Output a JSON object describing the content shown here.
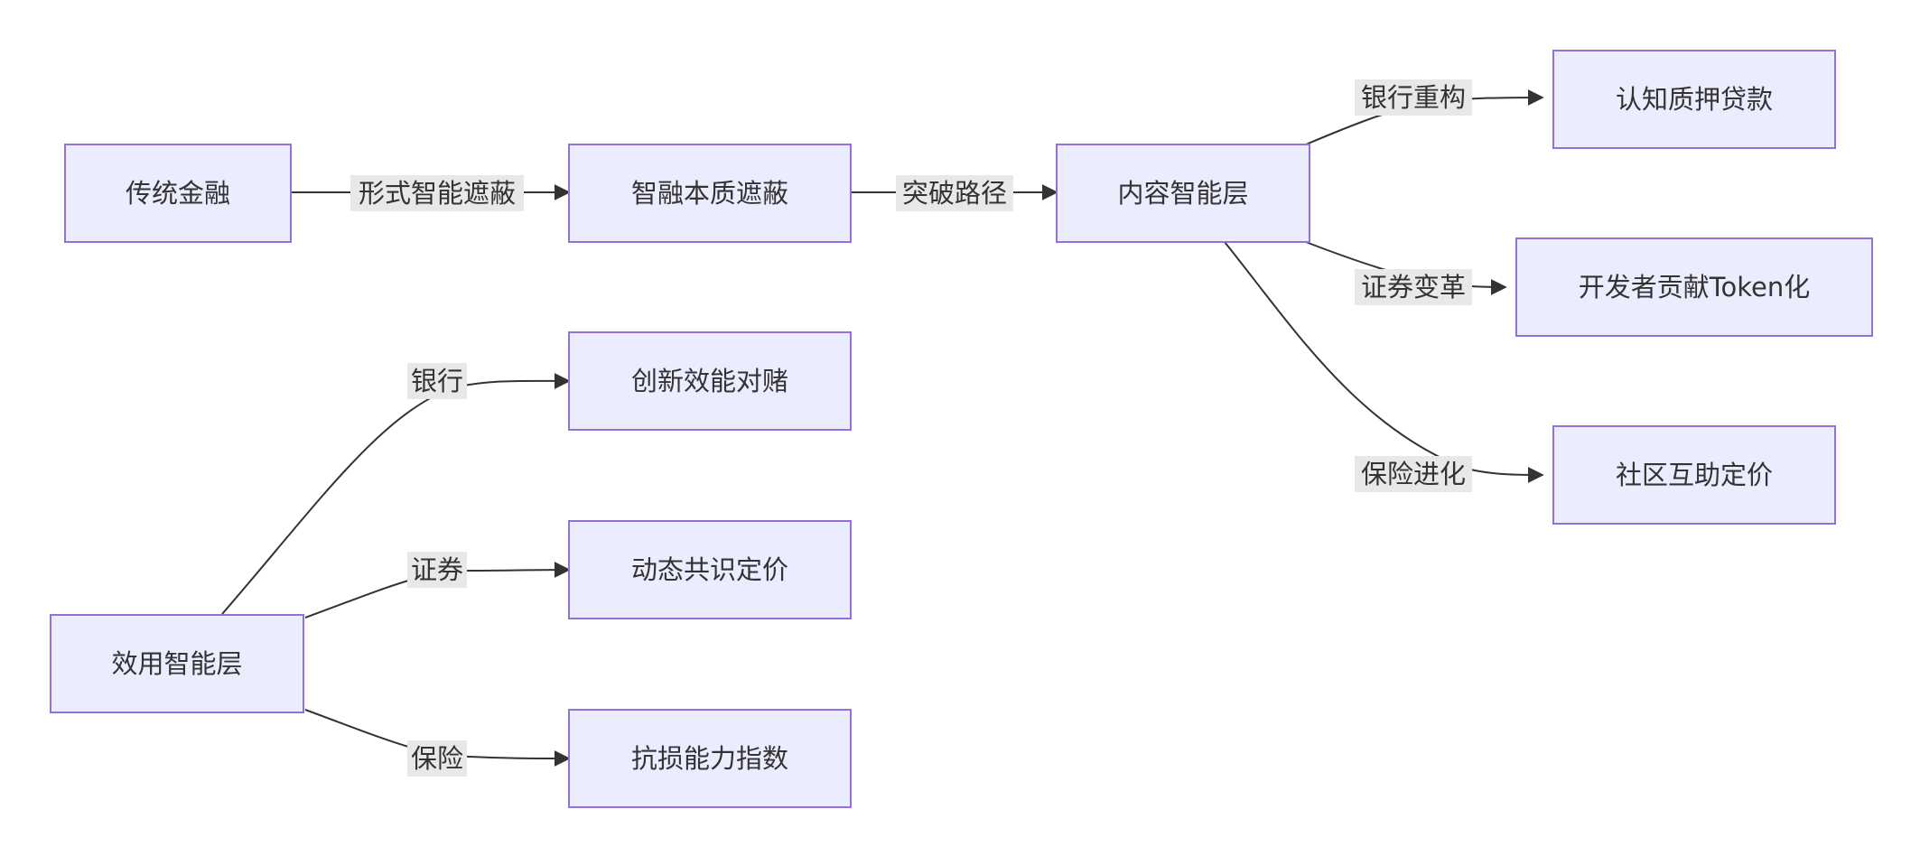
{
  "nodes": {
    "traditional_finance": "传统金融",
    "smart_finance_masking": "智融本质遮蔽",
    "content_intelligence_layer": "内容智能层",
    "cognitive_pledge_loan": "认知质押贷款",
    "developer_token": "开发者贡献Token化",
    "community_pricing": "社区互助定价",
    "innovation_bet": "创新效能对赌",
    "dynamic_consensus_pricing": "动态共识定价",
    "loss_resistance_index": "抗损能力指数",
    "utility_intelligence_layer": "效用智能层"
  },
  "edges": {
    "formal_masking": "形式智能遮蔽",
    "breakthrough_path": "突破路径",
    "bank_restructure": "银行重构",
    "securities_reform": "证券变革",
    "insurance_evolution": "保险进化",
    "bank": "银行",
    "securities": "证券",
    "insurance": "保险"
  },
  "colors": {
    "node_fill": "#ececff",
    "node_stroke": "#9370db",
    "edge": "#333333",
    "label_bg": "#e8e8e8",
    "text": "#333333"
  }
}
